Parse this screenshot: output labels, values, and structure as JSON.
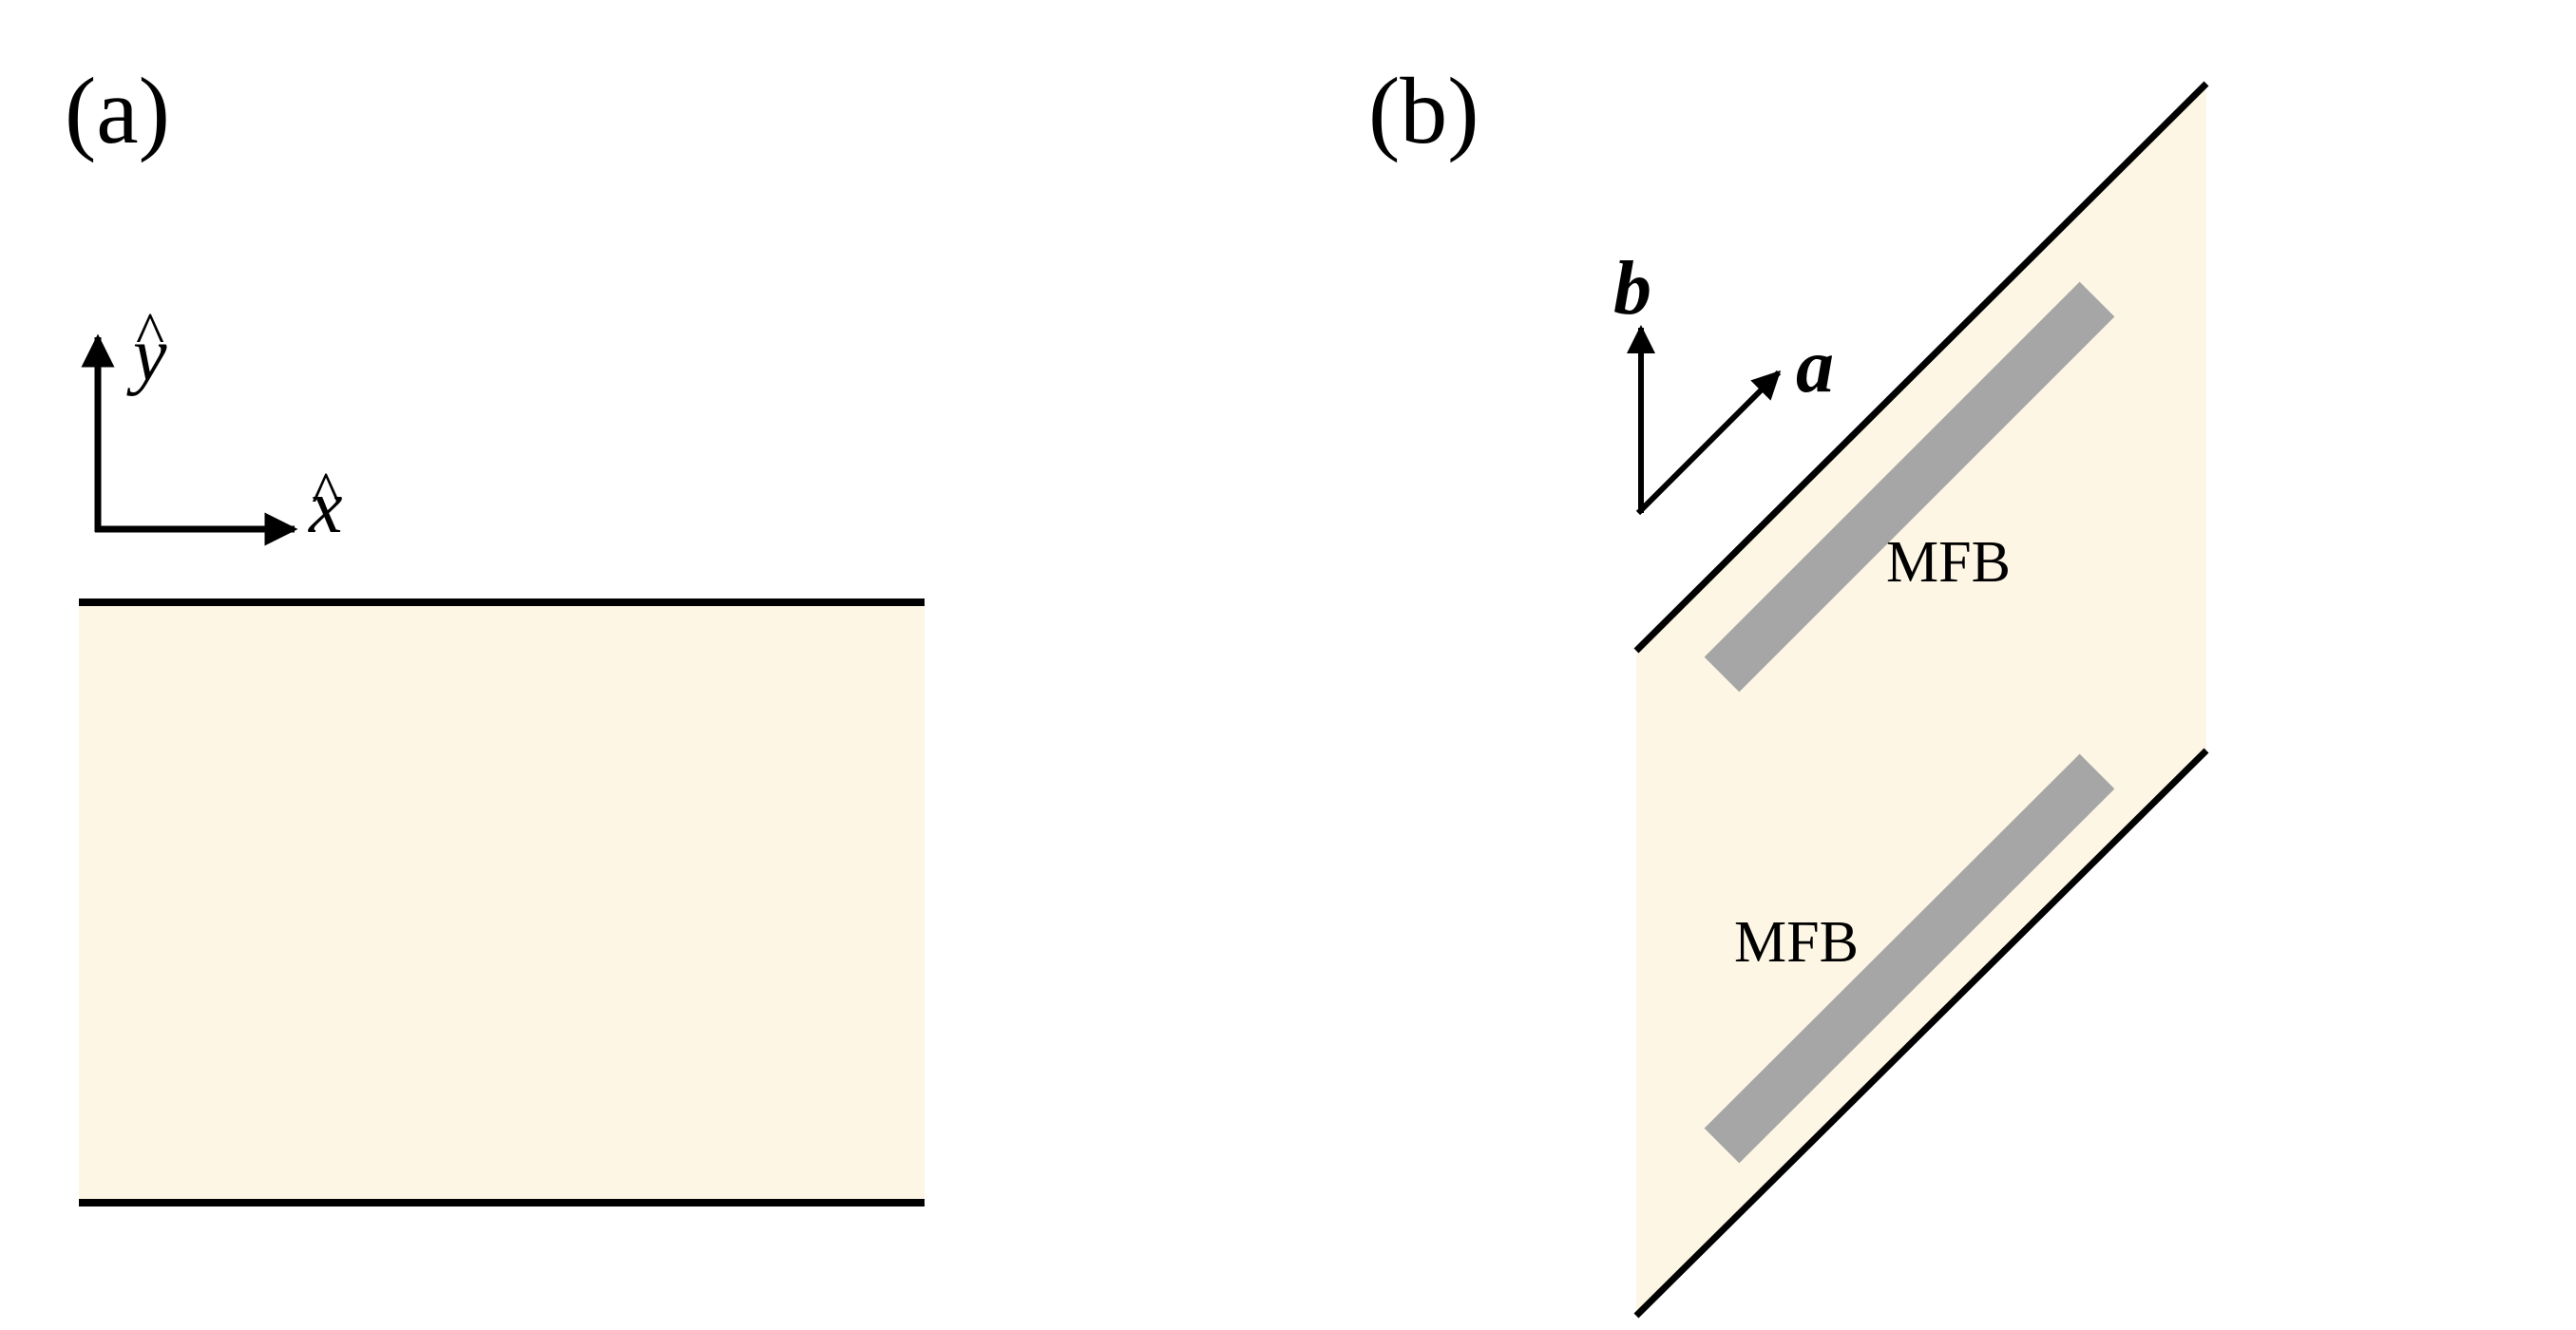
{
  "panel_a": {
    "label": "(a)",
    "axis_x_label": "x",
    "axis_x_hat": "^",
    "axis_y_label": "y",
    "axis_y_hat": "^"
  },
  "panel_b": {
    "label": "(b)",
    "vector_a_label": "a",
    "vector_b_label": "b",
    "mfb_upper_label": "MFB",
    "mfb_lower_label": "MFB"
  },
  "colors": {
    "fill": "#FDF6E4",
    "boundary": "#000000",
    "mfb_bar": "#A6A6A6"
  }
}
